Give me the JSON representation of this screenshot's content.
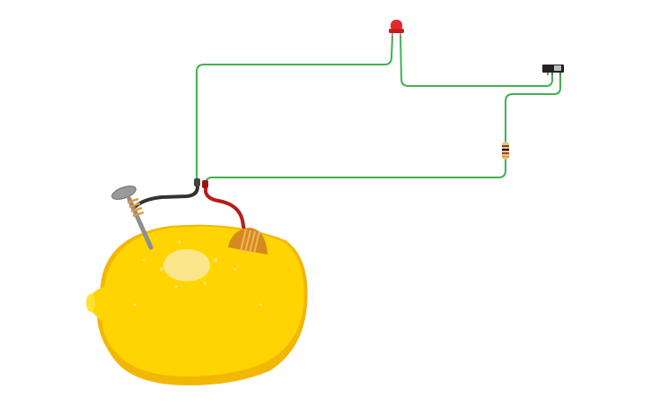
{
  "diagram": {
    "components": {
      "lemon": "lemon-battery",
      "anode": "galvanized-nail",
      "cathode": "copper-coin",
      "led": "red-led",
      "resistor": "resistor",
      "switch": "slide-switch"
    },
    "connections": [
      {
        "from": "galvanized-nail",
        "to": "red-led"
      },
      {
        "from": "red-led",
        "to": "slide-switch"
      },
      {
        "from": "slide-switch",
        "to": "resistor"
      },
      {
        "from": "resistor",
        "to": "copper-coin"
      }
    ],
    "colors": {
      "wire_green": "#3fb34f",
      "wire_black": "#333333",
      "wire_red": "#b81c1c",
      "lemon": "#ffd400",
      "lemon_shadow": "#f2b705",
      "led": "#e8282b",
      "copper": "#d68a1e",
      "nail": "#8f8f8f"
    }
  }
}
